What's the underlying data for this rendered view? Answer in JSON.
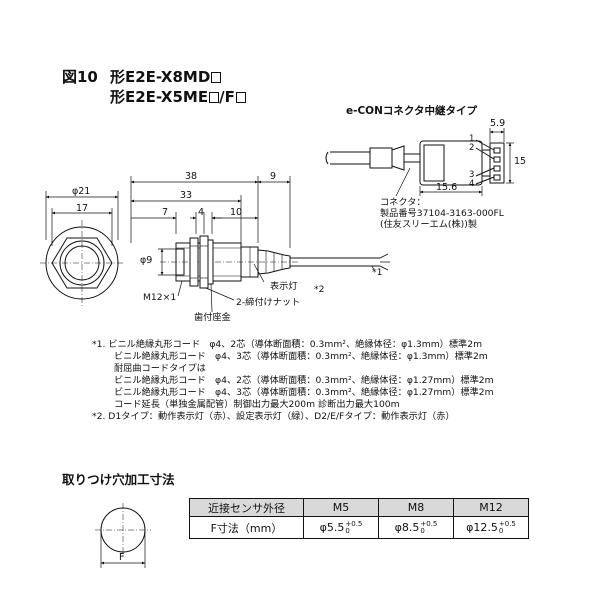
{
  "figure": {
    "label": "図10",
    "title_line1": "形E2E-X8MD",
    "title_line2_a": "形E2E-X5ME",
    "title_line2_sep": "/F",
    "econ_title": "e-CONコネクタ中継タイプ"
  },
  "econ": {
    "dim_top": "5.9",
    "dim_side": "15",
    "dim_bottom": "15.6",
    "pins": [
      "1",
      "2",
      "3",
      "4"
    ],
    "connector_label": "コネクタ：",
    "part_number": "製品番号37104-3163-000FL",
    "maker": "(住友スリーエム(株))製"
  },
  "front_view": {
    "dia_outer": "φ21",
    "dia_inner": "17"
  },
  "side_view": {
    "dim_total": "38",
    "dim_cable": "9",
    "dim_body": "33",
    "dim_a": "7",
    "dim_b": "4",
    "dim_c": "10",
    "dim_dia": "φ9",
    "thread": "M12×1",
    "nut_label": "2-締付けナット",
    "washer_label": "歯付座金",
    "indicator_label": "表示灯",
    "note2_mark": "*2",
    "note1_mark": "*1"
  },
  "notes": [
    "*1. ビニル絶縁丸形コード　φ4、2芯（導体断面積：0.3mm²、絶縁体径：φ1.3mm）標準2m",
    "ビニル絶縁丸形コード　φ4、3芯（導体断面積：0.3mm²、絶縁体径：φ1.3mm）標準2m",
    "耐屈曲コードタイプは",
    "ビニル絶縁丸形コード　φ4、2芯（導体断面積：0.3mm²、絶縁体径：φ1.27mm）標準2m",
    "ビニル絶縁丸形コード　φ4、3芯（導体断面積：0.3mm²、絶縁体径：φ1.27mm）標準2m",
    "コード延長（単独金属配管）制御出力最大200m  診断出力最大100m",
    "*2. D1タイプ：動作表示灯（赤）、設定表示灯（緑）、D2/E/Fタイプ：動作表示灯（赤）"
  ],
  "mounting": {
    "heading": "取りつけ穴加工寸法",
    "hole_label": "F",
    "table": {
      "header": [
        "近接センサ外径",
        "M5",
        "M8",
        "M12"
      ],
      "row_label": "F寸法（mm）",
      "values": [
        {
          "base": "φ5.5",
          "plus": "+0.5",
          "minus": "0"
        },
        {
          "base": "φ8.5",
          "plus": "+0.5",
          "minus": "0"
        },
        {
          "base": "φ12.5",
          "plus": "+0.5",
          "minus": "0"
        }
      ]
    }
  }
}
